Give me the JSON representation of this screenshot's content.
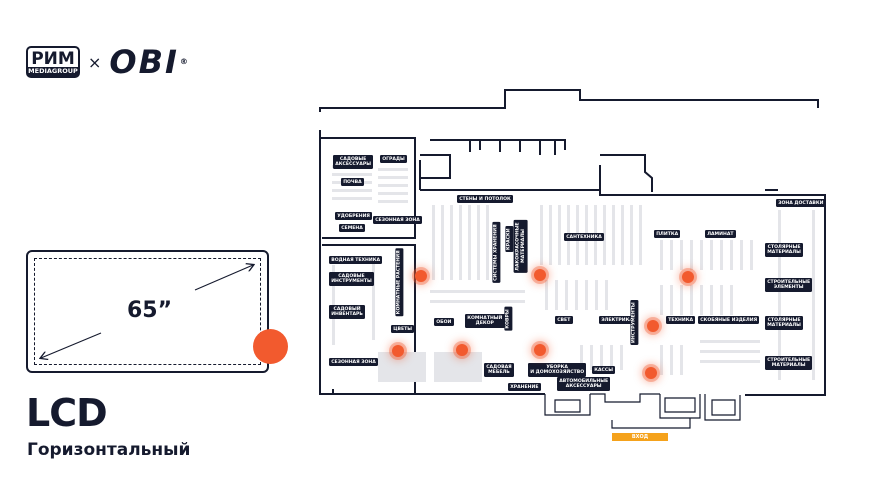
{
  "brand": {
    "partner_logo_text": "РИМ",
    "partner_logo_sub": "MEDIAGROUP",
    "separator": "×",
    "store_logo_text": "OBI",
    "store_logo_mark": "®"
  },
  "screen": {
    "size_label": "65”",
    "accent_color": "#f25a2e"
  },
  "format": {
    "title": "LCD",
    "subtitle": "Горизонтальный"
  },
  "colors": {
    "ink": "#151a2e",
    "marker": "#f25a2e",
    "entrance": "#f5a21b"
  },
  "map": {
    "entrance_label": "ВХОД",
    "labels": {
      "sadovye_aksessuary": "САДОВЫЕ\nАКСЕССУАРЫ",
      "ogrady": "ОГРАДЫ",
      "pochva": "ПОЧВА",
      "udobreniya": "УДОБРЕНИЯ",
      "sezonnaya_zona_top": "СЕЗОННАЯ ЗОНА",
      "semena": "СЕМЕНА",
      "vodnaya_tekhnika": "ВОДНАЯ ТЕХНИКА",
      "sadovye_instrumenty": "САДОВЫЕ\nИНСТРУМЕНТЫ",
      "sadovyy_inventar": "САДОВЫЙ\nИНВЕНТАРЬ",
      "sezonnaya_zona_bottom": "СЕЗОННАЯ ЗОНА",
      "komnatnye_rasteniya": "КОМНАТНЫЕ РАСТЕНИЯ",
      "tsvety": "ЦВЕТЫ",
      "oboi": "ОБОИ",
      "komnatnyy_dekor": "КОМНАТНЫЙ\nДЕКОР",
      "steny_i_potolok": "СТЕНЫ И ПОТОЛОК",
      "sistemy_khraneniya": "СИСТЕМЫ ХРАНЕНИЯ",
      "kraski": "КРАСКИ",
      "kovry": "КОВРЫ",
      "lakokrasochnye": "ЛАКОКРАСОЧНЫЕ\nМАТЕРИАЛЫ",
      "santekhnika": "САНТЕХНИКА",
      "svet": "СВЕТ",
      "sadovaya_mebel": "САДОВАЯ\nМЕБЕЛЬ",
      "uborka": "УБОРКА\nИ ДОМОХОЗЯЙСТВО",
      "khranenie": "ХРАНЕНИЕ",
      "avtomobilnye": "АВТОМОБИЛЬНЫЕ\nАКСЕССУАРЫ",
      "kassy": "КАССЫ",
      "plitka": "ПЛИТКА",
      "laminat": "ЛАМИНАТ",
      "elektrika": "ЭЛЕКТРИКА",
      "instrumenty": "ИНСТРУМЕНТЫ",
      "tekhnika": "ТЕХНИКА",
      "skobyanye": "СКОБЯНЫЕ ИЗДЕЛИЯ",
      "zona_dostavki": "ЗОНА ДОСТАВКИ",
      "stolyarnye_1": "СТОЛЯРНЫЕ\nМАТЕРИАЛЫ",
      "stroitelnye_elementy": "СТРОИТЕЛЬНЫЕ\nЭЛЕМЕНТЫ",
      "stolyarnye_2": "СТОЛЯРНЫЕ\nМАТЕРИАЛЫ",
      "stroitelnye_materialy": "СТРОИТЕЛЬНЫЕ\nМАТЕРИАЛЫ"
    }
  }
}
